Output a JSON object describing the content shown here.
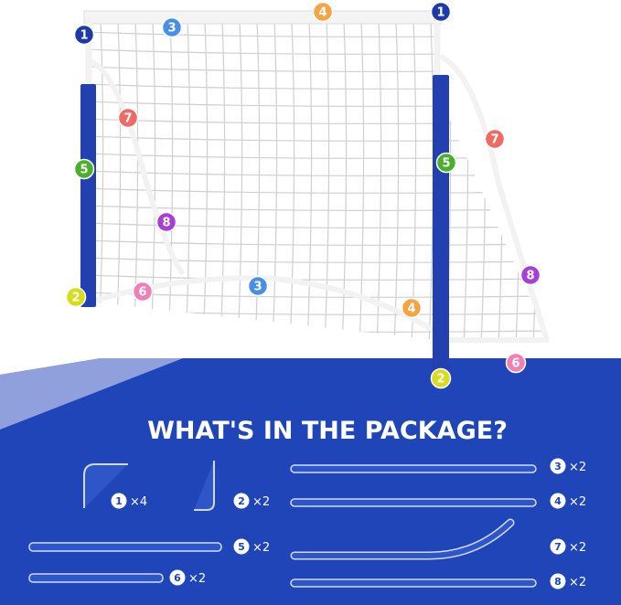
{
  "colors": {
    "panel": "#1f45b8",
    "panel_light": "#8fa0dc",
    "post_cover": "#2340b0",
    "frame": "#f2f2f2",
    "net": "#cfcfcf",
    "part_outline": "#cfdcff",
    "part_fill": "#2f56c8"
  },
  "badge_colors": {
    "1": "#1d3aa8",
    "2": "#d8dd1b",
    "3": "#4a8fe6",
    "4": "#f5a443",
    "5": "#4caf2b",
    "6": "#f07fb6",
    "7": "#ef6a63",
    "8": "#a63fd6"
  },
  "goal": {
    "callouts": [
      {
        "label": "1"
      },
      {
        "label": "1"
      },
      {
        "label": "2"
      },
      {
        "label": "2"
      },
      {
        "label": "3"
      },
      {
        "label": "3"
      },
      {
        "label": "4"
      },
      {
        "label": "4"
      },
      {
        "label": "5"
      },
      {
        "label": "5"
      },
      {
        "label": "6"
      },
      {
        "label": "6"
      },
      {
        "label": "7"
      },
      {
        "label": "7"
      },
      {
        "label": "8"
      },
      {
        "label": "8"
      }
    ]
  },
  "package": {
    "title": "WHAT'S IN THE PACKAGE?",
    "parts": [
      {
        "label": "1",
        "qty": "×4",
        "icon": "corner-elbow-tube"
      },
      {
        "label": "2",
        "qty": "×2",
        "icon": "foot-elbow-tube"
      },
      {
        "label": "3",
        "qty": "×2",
        "icon": "straight-tube"
      },
      {
        "label": "4",
        "qty": "×2",
        "icon": "straight-tube"
      },
      {
        "label": "5",
        "qty": "×2",
        "icon": "straight-tube"
      },
      {
        "label": "6",
        "qty": "×2",
        "icon": "straight-tube"
      },
      {
        "label": "7",
        "qty": "×2",
        "icon": "curved-tube"
      },
      {
        "label": "8",
        "qty": "×2",
        "icon": "straight-tube"
      }
    ]
  }
}
